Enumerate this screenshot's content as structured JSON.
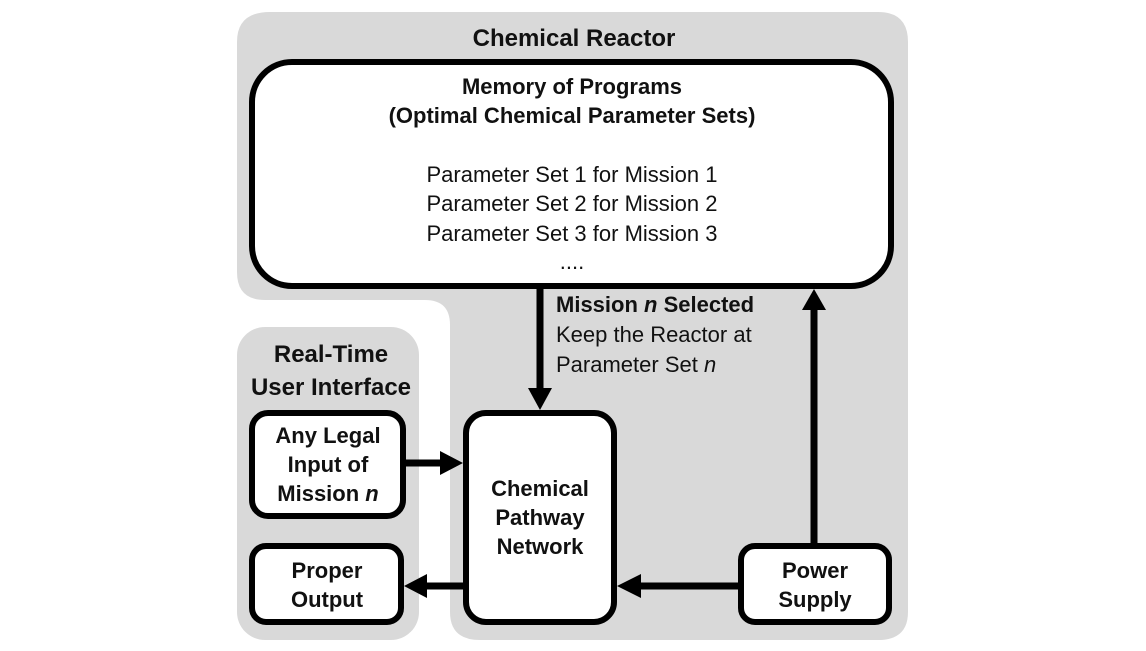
{
  "diagram": {
    "reactor_title": "Chemical Reactor",
    "memory": {
      "title_line1": "Memory of Programs",
      "title_line2": "(Optimal Chemical Parameter Sets)",
      "items": [
        "Parameter Set 1 for Mission 1",
        "Parameter Set 2 for Mission 2",
        "Parameter Set 3 for Mission 3",
        "...."
      ]
    },
    "edge_label": {
      "line1_pre": "Mission ",
      "line1_var": "n",
      "line1_post": " Selected",
      "line2": "Keep the Reactor at",
      "line3_pre": "Parameter Set ",
      "line3_var": "n"
    },
    "ui_panel": {
      "title_line1": "Real-Time",
      "title_line2": "User Interface"
    },
    "input_box": {
      "line1": "Any Legal",
      "line2": "Input of",
      "line3_pre": "Mission ",
      "line3_var": "n"
    },
    "output_box": {
      "line1": "Proper",
      "line2": "Output"
    },
    "network_box": {
      "line1": "Chemical",
      "line2": "Pathway",
      "line3": "Network"
    },
    "power_box": {
      "line1": "Power",
      "line2": "Supply"
    },
    "colors": {
      "panel_fill": "#d9d9d9",
      "box_fill": "#ffffff",
      "stroke": "#000000"
    }
  }
}
